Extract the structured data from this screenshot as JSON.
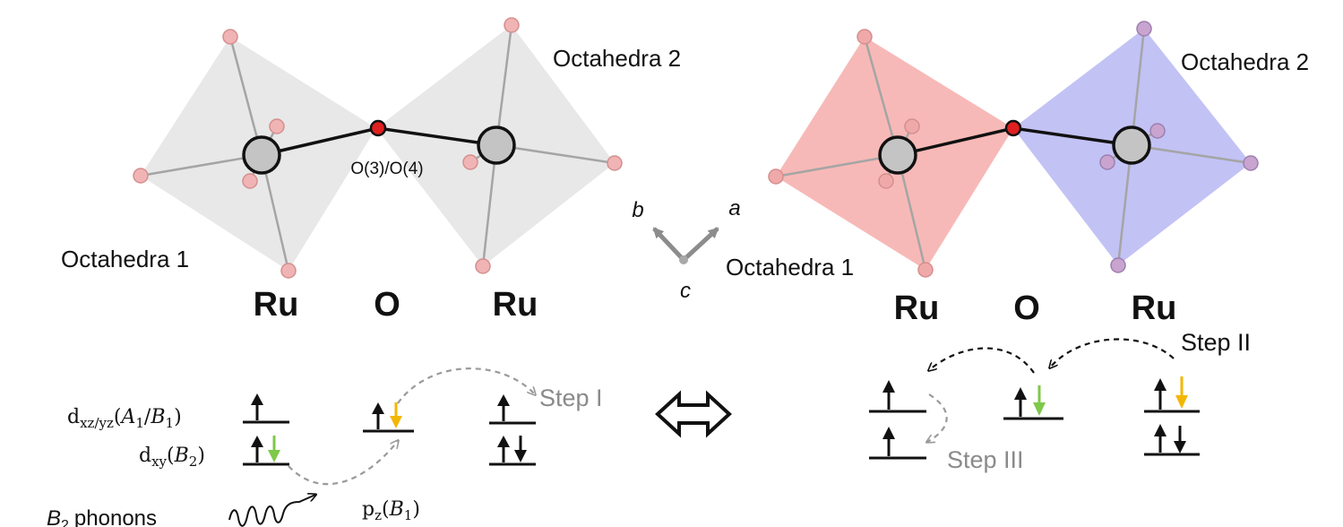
{
  "left_structure": {
    "octahedra_1_label": "Octahedra 1",
    "octahedra_2_label": "Octahedra 2",
    "bridge_oxygen_label": "O(3)/O(4)",
    "atom_row": [
      "Ru",
      "O",
      "Ru"
    ]
  },
  "axes": {
    "a": "a",
    "b": "b",
    "c": "c"
  },
  "right_structure": {
    "octahedra_1_label": "Octahedra 1",
    "octahedra_2_label": "Octahedra 2",
    "atom_row": [
      "Ru",
      "O",
      "Ru"
    ]
  },
  "orbitals": {
    "dxz_yz": {
      "main": "d",
      "sub": "xz/yz",
      "open": "(",
      "sym1": "A",
      "sym1_sub": "1",
      "slash": "/",
      "sym2": "B",
      "sym2_sub": "1",
      "close": ")"
    },
    "dxy": {
      "main": "d",
      "sub": "xy",
      "open": "(",
      "sym": "B",
      "sym_sub": "2",
      "close": ")"
    },
    "pz": {
      "main": "p",
      "sub": "z",
      "open": "(",
      "sym": "B",
      "sym_sub": "1",
      "close": ")"
    },
    "phonon_main": "B",
    "phonon_sub": "2",
    "phonon_word": "phonons"
  },
  "steps": {
    "step1": "Step I",
    "step2": "Step II",
    "step3": "Step III"
  },
  "colors": {
    "octa_grey": "#e6e6e6",
    "octa_red": "#f7b9b7",
    "octa_blue": "#c2c2f5",
    "oxygen_pink": "#f0b4b4",
    "bridge_oxygen": "#e02020",
    "ruthenium": "#c4c4c4",
    "spin_green": "#7ec84a",
    "spin_yellow": "#f2b705"
  },
  "icons": [
    "up-arrow-icon",
    "down-arrow-icon",
    "double-headed-arrow-icon",
    "wavy-arrow-icon"
  ]
}
